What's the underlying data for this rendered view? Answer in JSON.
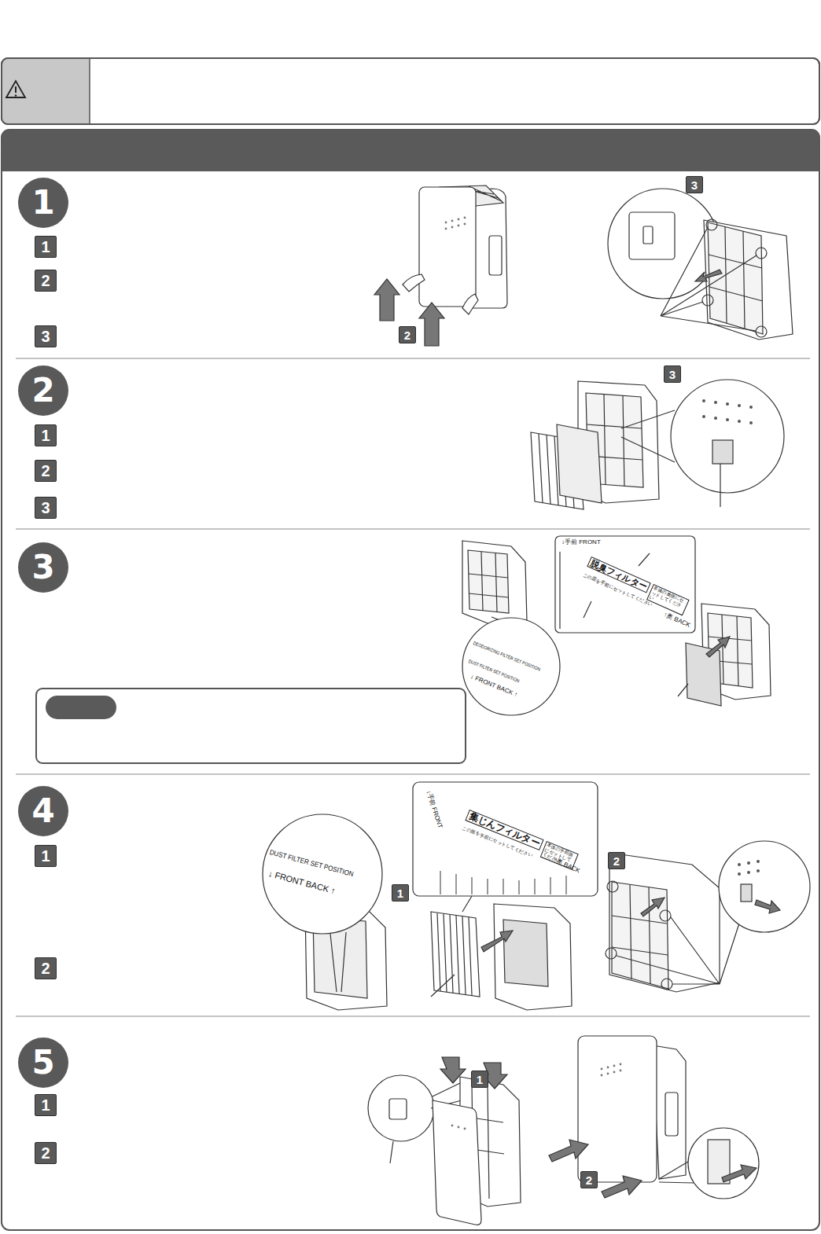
{
  "diagram": {
    "nodes": [
      {
        "text": [
          "1"
        ]
      },
      {
        "text": [
          "1"
        ]
      },
      {
        "text": [
          "2"
        ]
      },
      {
        "text": [
          "3"
        ]
      },
      {
        "text": [
          "2"
        ]
      },
      {
        "text": [
          "3"
        ]
      },
      {
        "text": [
          "2"
        ]
      },
      {
        "text": [
          "1"
        ]
      },
      {
        "text": [
          "2"
        ]
      },
      {
        "text": [
          "3"
        ]
      },
      {
        "text": [
          "3"
        ]
      },
      {
        "text": [
          "3"
        ]
      },
      {
        "text": [
          "4"
        ]
      },
      {
        "text": [
          "1"
        ]
      },
      {
        "text": [
          "2"
        ]
      },
      {
        "text": [
          "1"
        ]
      },
      {
        "text": [
          "2"
        ]
      },
      {
        "text": [
          "5"
        ]
      },
      {
        "text": [
          "1"
        ]
      },
      {
        "text": [
          "2"
        ]
      },
      {
        "text": [
          "1"
        ]
      },
      {
        "text": [
          "2"
        ]
      }
    ],
    "labels": [
      "↓手前 FRONT",
      "脱臭フィルター",
      "本体の奥側にセットしてください",
      "この面を手前にセットしてください",
      "↑奥 BACK",
      "DEODORIZING FILTER SET POSITION",
      "DUST FILTER SET POSITION",
      "↓ FRONT BACK ↑",
      "DUST FILTER SET POSITION",
      "↓ FRONT BACK ↑",
      "↓手前 FRONT",
      "集じんフィルター",
      "本体の手前側にセットしてください",
      "この面を手前にセットしてください",
      "↑奥 BACK"
    ]
  }
}
